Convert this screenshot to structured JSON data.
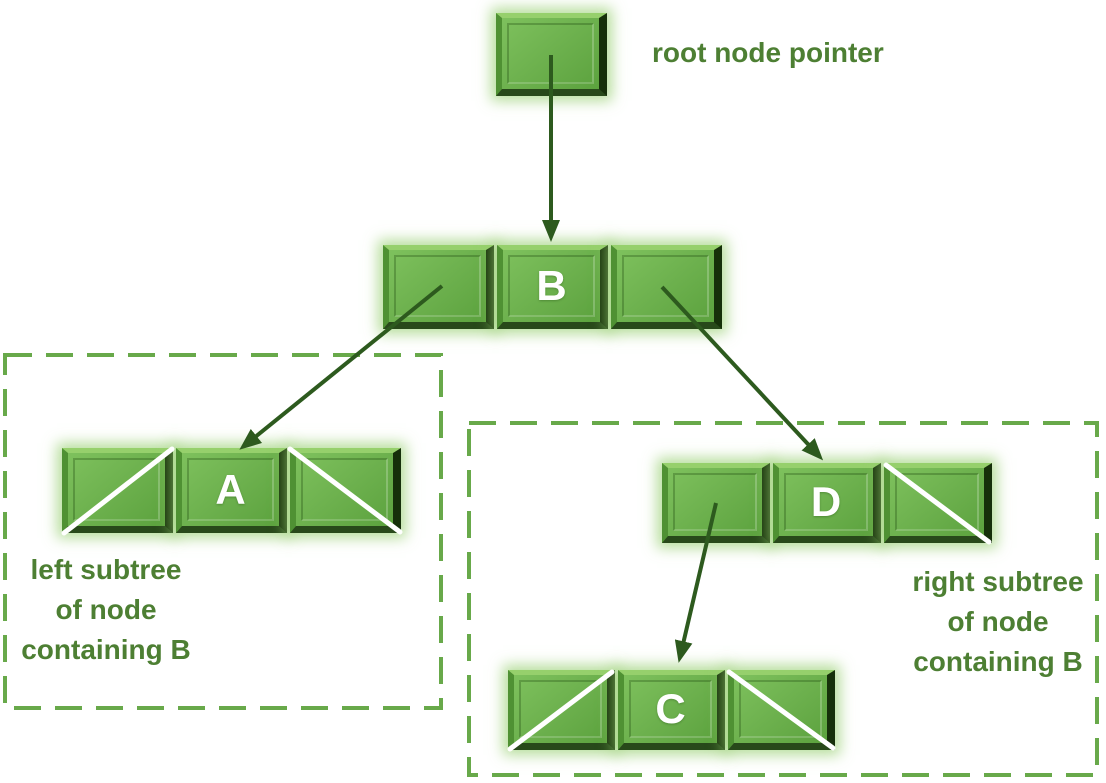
{
  "labels": {
    "root_pointer": "root node pointer",
    "left_subtree": [
      "left subtree",
      "of node",
      "containing B"
    ],
    "right_subtree": [
      "right subtree",
      "of node",
      "containing B"
    ]
  },
  "nodes": {
    "b": {
      "value": "B",
      "left_child": "A",
      "right_child": "D"
    },
    "a": {
      "value": "A",
      "left_child": null,
      "right_child": null
    },
    "d": {
      "value": "D",
      "left_child": "C",
      "right_child": null
    },
    "c": {
      "value": "C",
      "left_child": null,
      "right_child": null
    }
  },
  "edges": [
    {
      "from": "root-pointer",
      "to": "B"
    },
    {
      "from": "B.left",
      "to": "A"
    },
    {
      "from": "B.right",
      "to": "D"
    },
    {
      "from": "D.left",
      "to": "C"
    }
  ],
  "null_pointers": [
    "A.left",
    "A.right",
    "D.right",
    "C.left",
    "C.right"
  ],
  "colors": {
    "cell_fill": "#6db14e",
    "cell_bevel_light": "#96d06c",
    "cell_bevel_dark": "#16300a",
    "glow": "#97cf70",
    "dashed_border": "#68a94a",
    "label_text": "#4d7f33",
    "arrow": "#2d5a1e",
    "null_slash": "#ffffff",
    "node_letter": "#ffffff",
    "background": "#ffffff"
  }
}
